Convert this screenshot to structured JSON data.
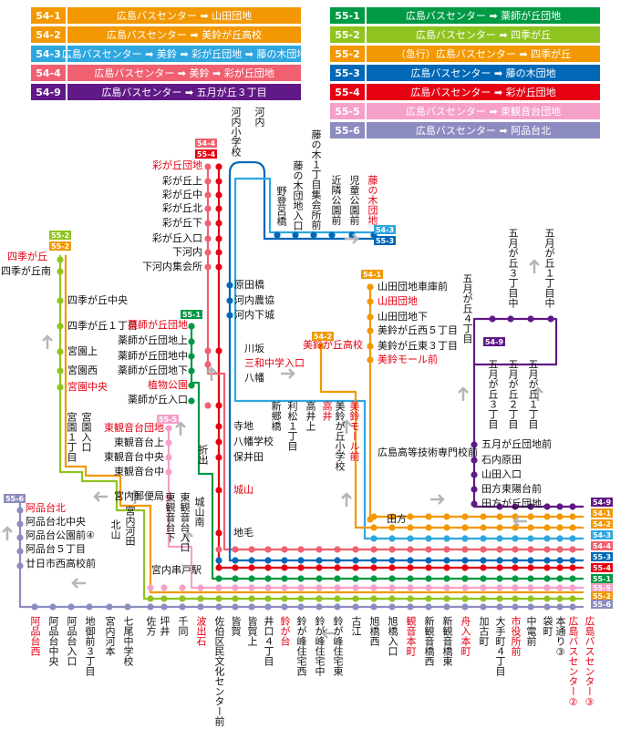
{
  "legend": [
    {
      "code": "54-1",
      "text": "広島バスセンター ➡ 山田団地",
      "color": "#f39800"
    },
    {
      "code": "54-2",
      "text": "広島バスセンター ➡ 美鈴が丘高校",
      "color": "#f39800"
    },
    {
      "code": "54-3",
      "text": "広島バスセンター ➡ 美鈴 ➡ 彩が丘団地 ➡ 藤の木団地",
      "color": "#2ea7e0"
    },
    {
      "code": "54-4",
      "text": "広島バスセンター ➡ 美鈴 ➡ 彩が丘団地",
      "color": "#f06070"
    },
    {
      "code": "54-9",
      "text": "広島バスセンター ➡ 五月が丘３丁目",
      "color": "#601986"
    },
    {
      "code": "55-1",
      "text": "広島バスセンター ➡ 薬師が丘団地",
      "color": "#009944"
    },
    {
      "code": "55-2",
      "text": "広島バスセンター ➡ 四季が丘",
      "color": "#8fc31f"
    },
    {
      "code": "55-2",
      "text": "（急行）広島バスセンター ➡ 四季が丘",
      "color": "#f39800"
    },
    {
      "code": "55-3",
      "text": "広島バスセンター ➡ 藤の木団地",
      "color": "#0068b7"
    },
    {
      "code": "55-4",
      "text": "広島バスセンター ➡ 彩が丘団地",
      "color": "#e60012"
    },
    {
      "code": "55-5",
      "text": "広島バスセンター ➡ 東観音台団地",
      "color": "#f5a0c8"
    },
    {
      "code": "55-6",
      "text": "広島バスセンター ➡ 阿品台北",
      "color": "#8c8cc0"
    }
  ],
  "route_tags": [
    {
      "code": "54-4",
      "color": "#f06070"
    },
    {
      "code": "55-4",
      "color": "#e60012"
    },
    {
      "code": "54-3",
      "color": "#2ea7e0"
    },
    {
      "code": "55-3",
      "color": "#0068b7"
    },
    {
      "code": "55-2",
      "color": "#8fc31f"
    },
    {
      "code": "55-2",
      "color": "#f39800"
    },
    {
      "code": "54-1",
      "color": "#f39800"
    },
    {
      "code": "54-2",
      "color": "#f39800"
    },
    {
      "code": "54-9",
      "color": "#601986"
    },
    {
      "code": "55-1",
      "color": "#009944"
    },
    {
      "code": "55-5",
      "color": "#f5a0c8"
    },
    {
      "code": "55-6",
      "color": "#8c8cc0"
    }
  ],
  "right_tags": [
    {
      "code": "54-9",
      "color": "#601986"
    },
    {
      "code": "54-1",
      "color": "#f39800"
    },
    {
      "code": "54-2",
      "color": "#f39800"
    },
    {
      "code": "54-3",
      "color": "#2ea7e0"
    },
    {
      "code": "54-4",
      "color": "#f06070"
    },
    {
      "code": "55-3",
      "color": "#0068b7"
    },
    {
      "code": "55-4",
      "color": "#e60012"
    },
    {
      "code": "55-1",
      "color": "#009944"
    },
    {
      "code": "55-5",
      "color": "#f5a0c8"
    },
    {
      "code": "55-2",
      "color": "#8fc31f"
    },
    {
      "code": "55-2",
      "color": "#f39800"
    },
    {
      "code": "55-6",
      "color": "#8c8cc0"
    }
  ],
  "stops": {
    "aya": [
      "彩が丘団地",
      "彩が丘上",
      "彩が丘中",
      "彩が丘北",
      "彩が丘下",
      "彩が丘入口",
      "下河内",
      "下河内集会所"
    ],
    "top_v": [
      "河内小学校",
      "河内",
      "野登呂橋",
      "藤の木団地入口",
      "藤の木１丁目集会所前",
      "近隣公園前",
      "児童公園前",
      "藤の木団地"
    ],
    "mid_col": [
      "原田橋",
      "河内農協",
      "河内下城"
    ],
    "shiki": [
      "四季が丘",
      "四季が丘南",
      "四季が丘中央",
      "四季が丘１丁目",
      "宮園上",
      "宮園西",
      "宮園中央"
    ],
    "yakushi": [
      "薬師が丘団地",
      "薬師が丘団地上",
      "薬師が丘団地中",
      "薬師が丘団地下",
      "植物公園",
      "薬師が丘入口"
    ],
    "kawasaka": [
      "川坂",
      "三和中学入口",
      "八幡"
    ],
    "yamada": [
      "山田団地車庫前",
      "山田団地",
      "山田団地下",
      "美鈴が丘西５丁目",
      "美鈴が丘東３丁目",
      "美鈴モール前"
    ],
    "misuzukoko": "美鈴が丘高校",
    "satsuki": [
      "五月が丘４丁目",
      "五月が丘３丁目",
      "五月が丘２丁目",
      "五月が丘１丁目",
      "五月が丘３丁目中",
      "五月が丘１丁目中"
    ],
    "satsuki_h": [
      "五月が丘団地前",
      "石内原田",
      "山田入口",
      "田方東陽台前",
      "田方が丘団地"
    ],
    "hikan": [
      "東観音台団地",
      "東観音台上",
      "東観音台中央",
      "東観音台中",
      "宮内郵便局"
    ],
    "mid_v": [
      "新郷橋",
      "利松１丁目",
      "高井上",
      "高井",
      "美鈴が丘小学校",
      "美鈴モール前"
    ],
    "col2": [
      "寺地",
      "八幡学校",
      "保井田",
      "城山",
      "地毛"
    ],
    "hiroshima_tech": "広島高等技術専門校前",
    "tagata": "田方",
    "kaisetsu": "折出",
    "miyanosato": [
      "宮園１丁目",
      "宮園入口"
    ],
    "higashi_kannon": [
      "東観音台入口",
      "東観音台下",
      "城山南"
    ],
    "kawada": [
      "宮内河田",
      "北山"
    ],
    "minami": "宮内串戸駅",
    "ajina": [
      "阿品台北",
      "阿品台北中央",
      "阿品台公園前④",
      "阿品台５丁目",
      "廿日市西高校前"
    ],
    "bottom": [
      "阿品台西",
      "阿品台中央",
      "阿品台入口",
      "地御前３丁目",
      "宮内河本",
      "七尾中学校",
      "佐方",
      "坪井",
      "千同",
      "波出石",
      "佐伯区民文化センター前",
      "皆賀",
      "皆賀上",
      "井口４丁目",
      "鈴が台",
      "鈴が峰住宅西",
      "鈴が峰住宅中",
      "鈴が峰住宅東",
      "古江",
      "旭橋西",
      "旭橋入口",
      "観音本町",
      "新観音橋西",
      "新観音橋東",
      "舟入本町",
      "加古町",
      "大手町４丁目",
      "市役所前",
      "中電前",
      "袋町",
      "本通り③",
      "広島バスセンター②",
      "広島バスセンター③"
    ]
  },
  "red_stops": [
    "彩が丘団地",
    "藤の木団地",
    "四季が丘",
    "宮園中央",
    "薬師が丘団地",
    "植物公園",
    "三和中学入口",
    "山田団地",
    "美鈴モール前",
    "美鈴が丘高校",
    "高井",
    "東観音台団地",
    "城山",
    "阿品台北",
    "阿品台西",
    "波出石",
    "鈴が台",
    "観音本町",
    "舟入本町",
    "市役所前",
    "広島バスセンター②",
    "広島バスセンター③"
  ]
}
